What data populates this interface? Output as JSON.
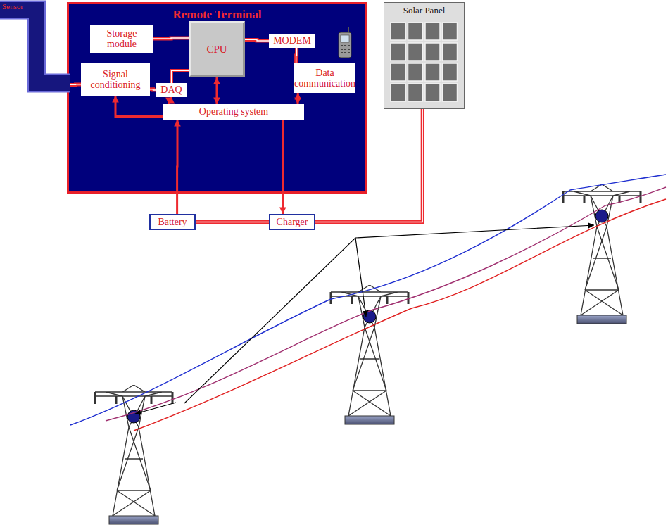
{
  "diagram": {
    "nodes": [
      {
        "text": [
          "Remote Terminal"
        ]
      },
      {
        "text": [
          "Storage module"
        ],
        "in": 0
      },
      {
        "text": [
          "CPU"
        ],
        "in": 0
      },
      {
        "text": [
          "MODEM"
        ],
        "in": 0
      },
      {
        "text": [
          "Signal conditioning"
        ],
        "in": 0
      },
      {
        "text": [
          "DAQ"
        ],
        "in": 0
      },
      {
        "text": [
          "Data communication"
        ],
        "in": 0
      },
      {
        "text": [
          "Operating system"
        ],
        "in": 0
      },
      {
        "text": [
          "Battery"
        ]
      },
      {
        "text": [
          "Charger"
        ]
      },
      {
        "text": [
          "Sensor"
        ]
      },
      {
        "text": [
          "Solar Panel"
        ]
      }
    ],
    "edges": [
      {
        "from": 1,
        "to": 2,
        "arrow": "none"
      },
      {
        "from": 2,
        "to": 3,
        "arrow": "none"
      },
      {
        "from": 3,
        "to": 6,
        "arrow": "none"
      },
      {
        "from": 10,
        "to": 4,
        "arrow": "none"
      },
      {
        "from": 4,
        "to": 5,
        "arrow": "none"
      },
      {
        "from": 5,
        "to": 2,
        "arrow": "none"
      },
      {
        "from": 5,
        "to": 7,
        "arrow": "both"
      },
      {
        "from": 2,
        "to": 7,
        "arrow": "both"
      },
      {
        "from": 6,
        "to": 7,
        "arrow": "both"
      },
      {
        "from": 7,
        "to": 4,
        "arrow": "to"
      },
      {
        "from": 7,
        "to": 9,
        "arrow": "to"
      },
      {
        "from": 8,
        "to": 7,
        "arrow": "to"
      },
      {
        "from": 8,
        "to": 9,
        "arrow": "none"
      },
      {
        "from": 11,
        "to": 9,
        "arrow": "none"
      }
    ]
  }
}
